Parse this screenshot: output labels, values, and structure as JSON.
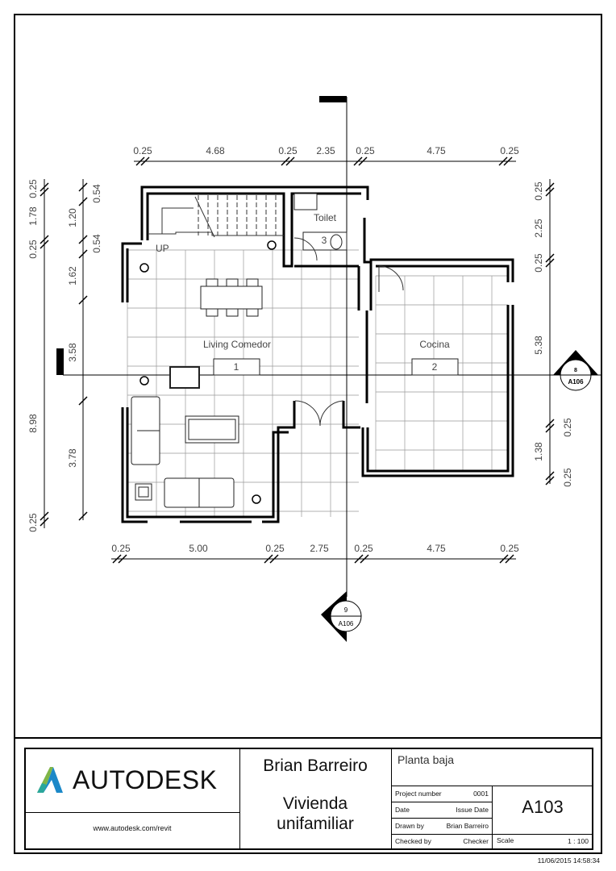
{
  "plan": {
    "rooms": [
      {
        "name": "Living Comedor",
        "number": "1"
      },
      {
        "name": "Cocina",
        "number": "2"
      },
      {
        "name": "Toilet",
        "number": "3"
      }
    ],
    "stair_label": "UP",
    "dims_top": [
      "0.25",
      "4.68",
      "0.25",
      "2.35",
      "0.25",
      "4.75",
      "0.25"
    ],
    "dims_bottom": [
      "0.25",
      "5.00",
      "0.25",
      "2.75",
      "0.25",
      "4.75",
      "0.25"
    ],
    "dims_left_outer": [
      "0.25",
      "1.78",
      "0.25",
      "8.98",
      "0.25"
    ],
    "dims_left_inner": [
      "0.54",
      "1.20",
      "0.54",
      "1.62",
      "3.58",
      "3.78"
    ],
    "dims_right": [
      "0.25",
      "2.25",
      "0.25",
      "5.38",
      "0.25",
      "1.38",
      "0.25"
    ],
    "section_right": {
      "number": "8",
      "sheet": "A106"
    },
    "section_bottom": {
      "number": "9",
      "sheet": "A106"
    }
  },
  "title_block": {
    "logo_text": "AUTODESK",
    "url": "www.autodesk.com/revit",
    "author": "Brian Barreiro",
    "project": "Vivienda unifamiliar",
    "sheet_name": "Planta baja",
    "project_number_label": "Project number",
    "project_number": "0001",
    "date_label": "Date",
    "date": "Issue Date",
    "drawn_by_label": "Drawn by",
    "drawn_by": "Brian Barreiro",
    "checked_by_label": "Checked by",
    "checked_by": "Checker",
    "sheet_number": "A103",
    "scale_label": "Scale",
    "scale": "1 : 100",
    "timestamp": "11/06/2015 14:58:34"
  }
}
